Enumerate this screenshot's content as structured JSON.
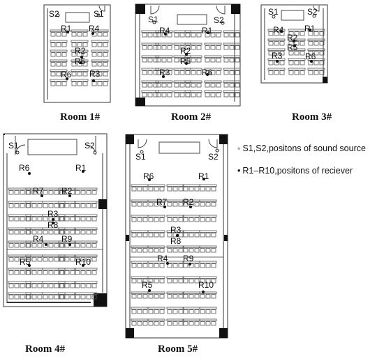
{
  "rooms": [
    {
      "caption": "Room 1#",
      "sources": [
        {
          "label": "S1"
        },
        {
          "label": "S2"
        }
      ],
      "receivers": [
        {
          "label": "R1"
        },
        {
          "label": "R2"
        },
        {
          "label": "R3"
        },
        {
          "label": "R4"
        },
        {
          "label": "R5"
        },
        {
          "label": "R6"
        }
      ]
    },
    {
      "caption": "Room 2#",
      "sources": [
        {
          "label": "S1"
        },
        {
          "label": "S2"
        }
      ],
      "receivers": [
        {
          "label": "R1"
        },
        {
          "label": "R2"
        },
        {
          "label": "R3"
        },
        {
          "label": "R4"
        },
        {
          "label": "R5"
        },
        {
          "label": "R6"
        }
      ]
    },
    {
      "caption": "Room 3#",
      "sources": [
        {
          "label": "S1"
        },
        {
          "label": "S2"
        }
      ],
      "receivers": [
        {
          "label": "R1"
        },
        {
          "label": "R2"
        },
        {
          "label": "R3"
        },
        {
          "label": "R4"
        },
        {
          "label": "R5"
        },
        {
          "label": "R6"
        }
      ]
    },
    {
      "caption": "Room 4#",
      "sources": [
        {
          "label": "S1"
        },
        {
          "label": "S2"
        }
      ],
      "receivers": [
        {
          "label": "R1"
        },
        {
          "label": "R2"
        },
        {
          "label": "R3"
        },
        {
          "label": "R4"
        },
        {
          "label": "R5"
        },
        {
          "label": "R6"
        },
        {
          "label": "R7"
        },
        {
          "label": "R8"
        },
        {
          "label": "R9"
        },
        {
          "label": "R10"
        }
      ]
    },
    {
      "caption": "Room 5#",
      "sources": [
        {
          "label": "S1"
        },
        {
          "label": "S2"
        }
      ],
      "receivers": [
        {
          "label": "R1"
        },
        {
          "label": "R2"
        },
        {
          "label": "R3"
        },
        {
          "label": "R4"
        },
        {
          "label": "R5"
        },
        {
          "label": "R6"
        },
        {
          "label": "R7"
        },
        {
          "label": "R8"
        },
        {
          "label": "R9"
        },
        {
          "label": "R10"
        }
      ]
    }
  ],
  "legend": {
    "source_symbol": "◦",
    "source_text": "S1,S2,positons of sound source",
    "receiver_symbol": "•",
    "receiver_text": "R1–R10,positons of reciever"
  }
}
